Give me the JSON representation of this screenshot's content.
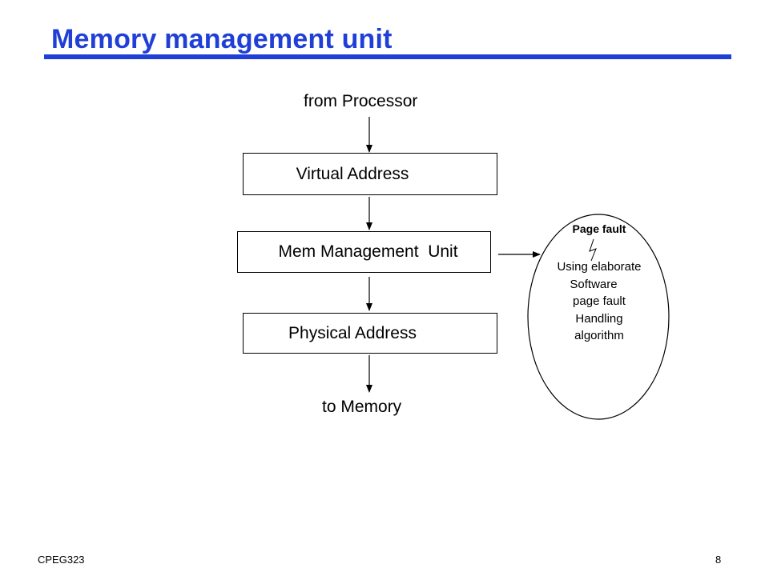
{
  "slide": {
    "title": "Memory management unit",
    "title_color": "#1f3fd6",
    "footer_left": "CPEG323",
    "footer_right": "8"
  },
  "diagram": {
    "from_label": "from Processor",
    "virtual_address": "Virtual Address",
    "mmu": "Mem Management  Unit",
    "physical_address": "Physical Address",
    "to_label": "to Memory",
    "page_fault": {
      "heading": "Page fault",
      "lines": [
        "Using elaborate",
        "Software",
        "page fault",
        "Handling",
        "algorithm"
      ]
    }
  }
}
